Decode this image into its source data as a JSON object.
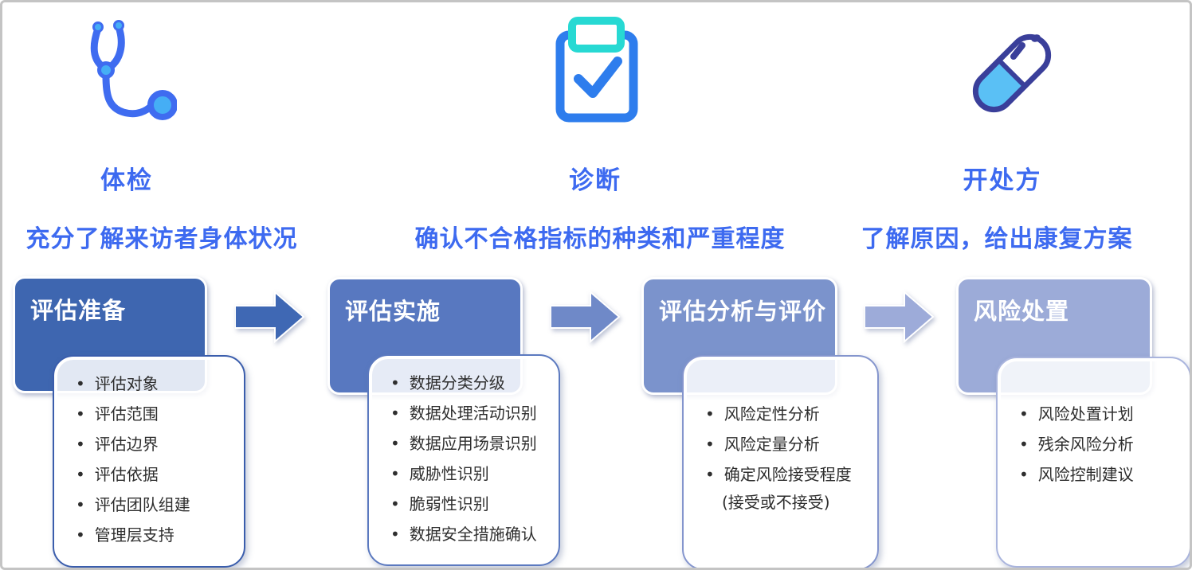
{
  "page": {
    "background": "#ffffff",
    "frame_border_color": "#c4c4c4",
    "accent_text_color": "#3d6af0"
  },
  "top_row": {
    "columns": [
      {
        "icon": "stethoscope-icon",
        "icon_colors": {
          "main": "#3f6cf0",
          "accent": "#45aef5"
        },
        "title": "体检",
        "subtitle": "充分了解来访者身体状况"
      },
      {
        "icon": "clipboard-check-icon",
        "icon_colors": {
          "main": "#2e7ded",
          "accent": "#27d9d3"
        },
        "title": "诊断",
        "subtitle": "确认不合格指标的种类和严重程度"
      },
      {
        "icon": "capsule-icon",
        "icon_colors": {
          "main": "#3a3f9a",
          "accent": "#5ac0f5",
          "fill": "#ffffff"
        },
        "title": "开处方",
        "subtitle": "了解原因，给出康复方案"
      }
    ]
  },
  "process": {
    "stages": [
      {
        "header": "评估准备",
        "header_bg": "#3e66b0",
        "card_border": "#3a5dac",
        "items": [
          "评估对象",
          "评估范围",
          "评估边界",
          "评估依据",
          "评估团队组建",
          "管理层支持"
        ]
      },
      {
        "header": "评估实施",
        "header_bg": "#5878c0",
        "card_border": "#5b79bf",
        "items": [
          "数据分类分级",
          "数据处理活动识别",
          "数据应用场景识别",
          "威胁性识别",
          "脆弱性识别",
          "数据安全措施确认"
        ]
      },
      {
        "header": "评估分析与评价",
        "header_bg": "#7b93cc",
        "card_border": "#8495cd",
        "items": [
          "风险定性分析",
          "风险定量分析",
          "确定风险接受程度",
          "(接受或不接受)"
        ]
      },
      {
        "header": "风险处置",
        "header_bg": "#9cabd8",
        "card_border": "#a9b4dd",
        "items": [
          "风险处置计划",
          "残余风险分析",
          "风险控制建议"
        ]
      }
    ],
    "arrow_colors": [
      "#3f68b4",
      "#6f89c8",
      "#9dabd9"
    ]
  }
}
